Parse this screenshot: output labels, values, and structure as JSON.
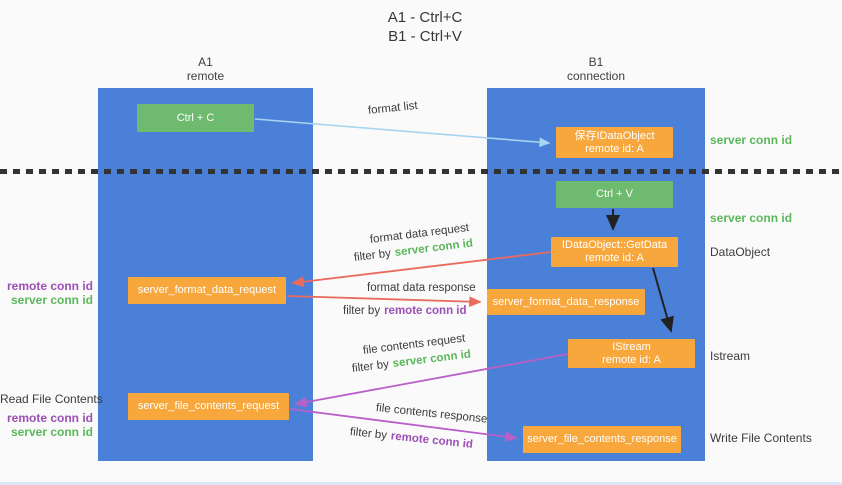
{
  "title": {
    "line1": "A1 - Ctrl+C",
    "line2": "B1 - Ctrl+V"
  },
  "columns": {
    "left": {
      "name": "A1",
      "subtitle": "remote"
    },
    "right": {
      "name": "B1",
      "subtitle": "connection"
    }
  },
  "nodes": {
    "ctrl_c": {
      "label": "Ctrl + C"
    },
    "save_dataobject": {
      "line1": "保存IDataObject",
      "line2": "remote id: A"
    },
    "ctrl_v": {
      "label": "Ctrl + V"
    },
    "getdata": {
      "line1": "IDataObject::GetData",
      "line2": "remote id: A"
    },
    "format_request": {
      "label": "server_format_data_request"
    },
    "format_response": {
      "label": "server_format_data_response"
    },
    "istream": {
      "line1": "IStream",
      "line2": "remote id: A"
    },
    "file_request": {
      "label": "server_file_contents_request"
    },
    "file_response": {
      "label": "server_file_contents_response"
    }
  },
  "arrow_labels": {
    "format_list": "format list",
    "format_data_request": "format data request",
    "format_data_response": "format data response",
    "file_contents_request": "file contents request",
    "file_contents_response": "file contents response",
    "filter_by": "filter by",
    "server_conn_id": "server conn id",
    "remote_conn_id": "remote conn id"
  },
  "side_labels": {
    "server_conn_id_top": "server conn id",
    "server_conn_id_mid": "server conn id",
    "dataobject": "DataObject",
    "istream": "Istream",
    "write_file_contents": "Write File Contents",
    "read_file_contents": "Read File Contents",
    "remote_conn_id": "remote conn id",
    "server_conn_id": "server conn id"
  },
  "colors": {
    "column_blue": "#4a80d8",
    "node_green": "#6eba6e",
    "node_orange": "#f7a73c",
    "arrow_lightblue": "#a8d4f0",
    "arrow_black": "#222222",
    "arrow_red": "#e96a5e",
    "arrow_magenta": "#b85fc8",
    "text_green": "#5bb75b",
    "text_purple": "#9c4fb5",
    "text_dark": "#3c3c3c"
  }
}
